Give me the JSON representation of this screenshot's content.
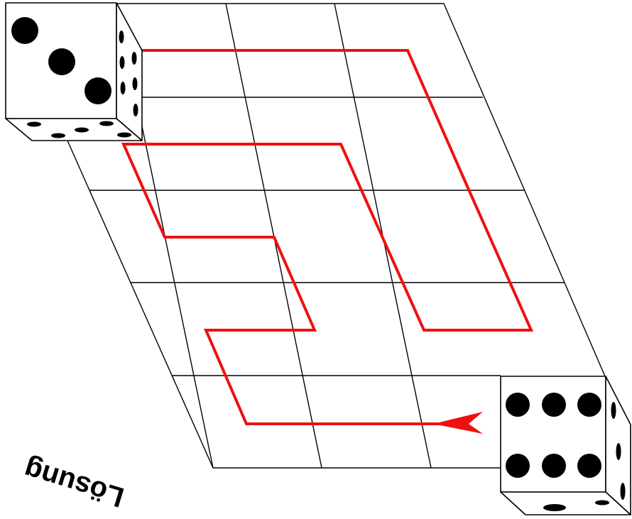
{
  "caption": "Lösung",
  "colors": {
    "path": "#ee1111",
    "grid": "#000000",
    "die_face": "#ffffff",
    "pip": "#000000"
  },
  "board": {
    "rows": 5,
    "cols": 4
  },
  "dice": [
    {
      "name": "start-die",
      "front_face": 3,
      "right_face": 6,
      "bottom_face": 5
    },
    {
      "name": "goal-die",
      "front_face": 6,
      "right_face": 3,
      "bottom_face": 2
    }
  ]
}
